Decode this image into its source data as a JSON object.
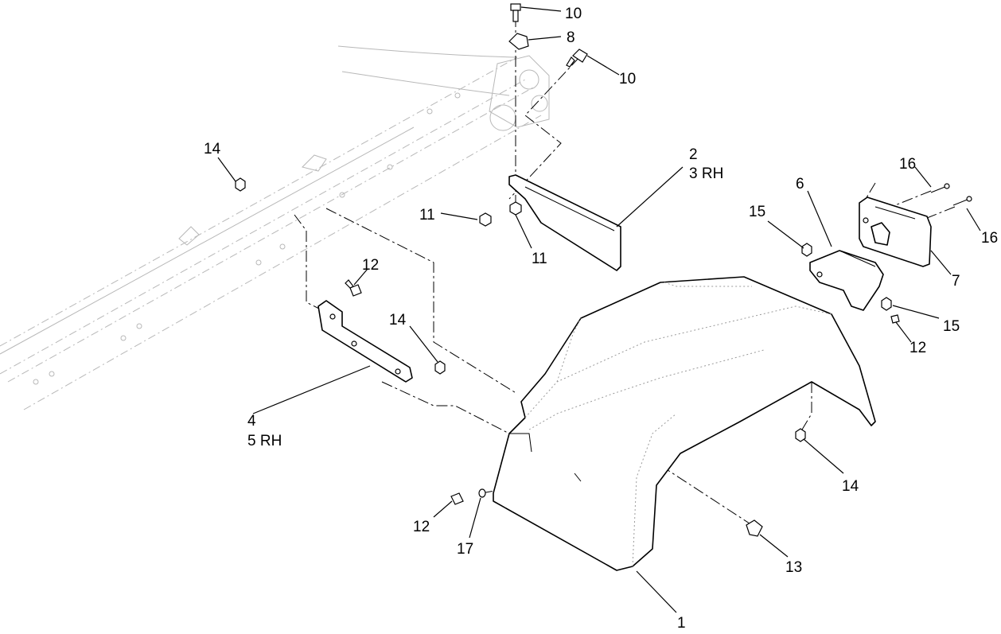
{
  "callouts": {
    "c1": "1",
    "c2": "2",
    "c3": "3 RH",
    "c4": "4",
    "c5": "5 RH",
    "c6": "6",
    "c7": "7",
    "c8": "8",
    "c10a": "10",
    "c10b": "10",
    "c11a": "11",
    "c11b": "11",
    "c12a": "12",
    "c12b": "12",
    "c12c": "12",
    "c13": "13",
    "c14a": "14",
    "c14b": "14",
    "c14c": "14",
    "c15a": "15",
    "c15b": "15",
    "c16a": "16",
    "c16b": "16",
    "c17": "17"
  }
}
